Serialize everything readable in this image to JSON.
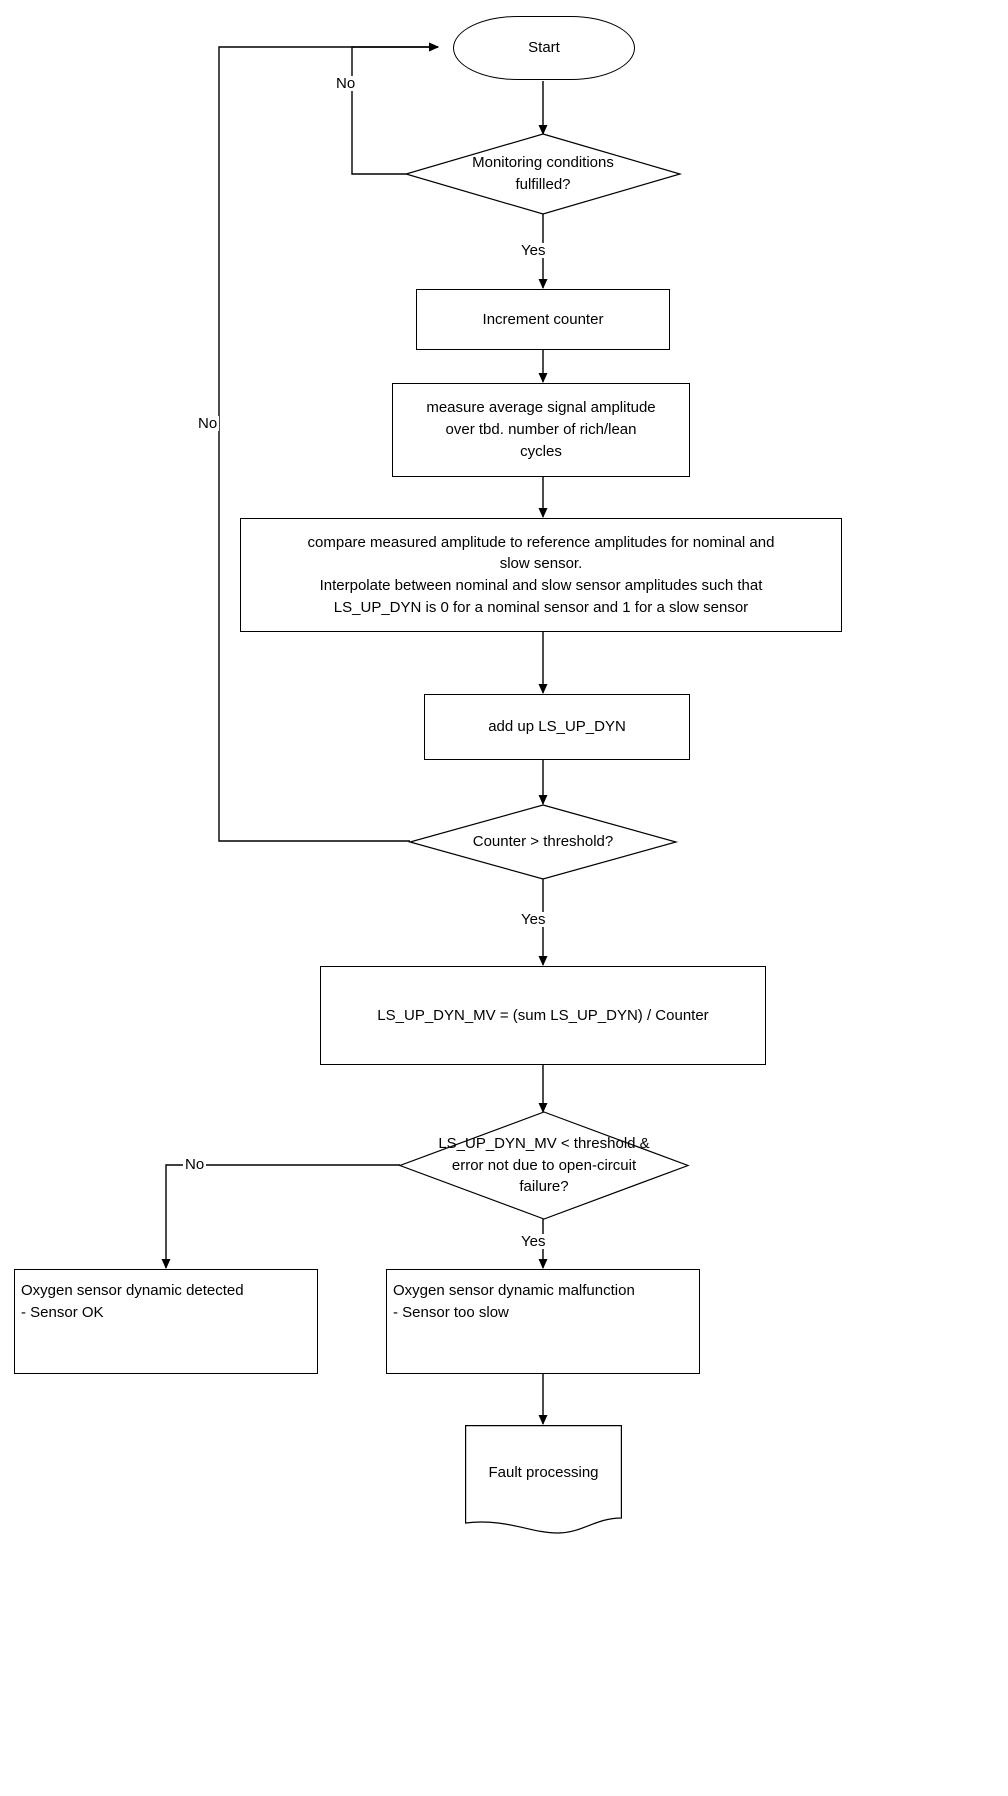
{
  "diagram": {
    "title": "Oxygen sensor dynamic monitoring flowchart",
    "line_color": "#000000",
    "background_color": "#ffffff",
    "nodes": {
      "start": {
        "label": "Start",
        "shape": "terminal"
      },
      "monitoring_conditions": {
        "label": "Monitoring  conditions\nfulfilled?",
        "shape": "decision"
      },
      "increment_counter": {
        "label": "Increment counter",
        "shape": "process"
      },
      "measure_amplitude": {
        "label": "measure average signal amplitude\nover tbd. number of rich/lean\ncycles",
        "shape": "process"
      },
      "compare_amplitude": {
        "label": "compare measured amplitude to reference amplitudes for nominal and\nslow sensor.\nInterpolate between nominal and slow sensor amplitudes such that\nLS_UP_DYN is 0 for a nominal sensor and 1 for a slow sensor",
        "shape": "process"
      },
      "add_up": {
        "label": "add up LS_UP_DYN",
        "shape": "process"
      },
      "counter_threshold": {
        "label": "Counter > threshold?",
        "shape": "decision"
      },
      "mean_value": {
        "label": "LS_UP_DYN_MV = (sum LS_UP_DYN) / Counter",
        "shape": "process"
      },
      "mv_threshold": {
        "label": "LS_UP_DYN_MV < threshold &\nerror not due to open-circuit\nfailure?",
        "shape": "decision"
      },
      "sensor_ok": {
        "label": " Oxygen sensor dynamic detected\n- Sensor OK",
        "shape": "process"
      },
      "sensor_malfunction": {
        "label": " Oxygen sensor dynamic malfunction\n- Sensor too slow",
        "shape": "process"
      },
      "fault_processing": {
        "label": "Fault processing",
        "shape": "document"
      }
    },
    "edge_labels": {
      "monitoring_no": "No",
      "monitoring_yes": "Yes",
      "counter_no": "No",
      "counter_yes": "Yes",
      "mv_no": "No",
      "mv_yes": "Yes"
    }
  },
  "chart_data": {
    "type": "flowchart",
    "title": "Oxygen sensor dynamic monitoring flowchart",
    "nodes": [
      {
        "id": "start",
        "type": "terminal",
        "text": "Start"
      },
      {
        "id": "monitoring_conditions",
        "type": "decision",
        "text": "Monitoring  conditions fulfilled?"
      },
      {
        "id": "increment_counter",
        "type": "process",
        "text": "Increment counter"
      },
      {
        "id": "measure_amplitude",
        "type": "process",
        "text": "measure average signal amplitude over tbd. number of rich/lean cycles"
      },
      {
        "id": "compare_amplitude",
        "type": "process",
        "text": "compare measured amplitude to reference amplitudes for nominal and slow sensor. Interpolate between nominal and slow sensor amplitudes such that LS_UP_DYN is 0 for a nominal sensor and 1 for a slow sensor"
      },
      {
        "id": "add_up",
        "type": "process",
        "text": "add up LS_UP_DYN"
      },
      {
        "id": "counter_threshold",
        "type": "decision",
        "text": "Counter > threshold?"
      },
      {
        "id": "mean_value",
        "type": "process",
        "text": "LS_UP_DYN_MV = (sum LS_UP_DYN) / Counter"
      },
      {
        "id": "mv_threshold",
        "type": "decision",
        "text": "LS_UP_DYN_MV < threshold & error not due to open-circuit failure?"
      },
      {
        "id": "sensor_ok",
        "type": "process",
        "text": " Oxygen sensor dynamic detected - Sensor OK"
      },
      {
        "id": "sensor_malfunction",
        "type": "process",
        "text": " Oxygen sensor dynamic malfunction - Sensor too slow"
      },
      {
        "id": "fault_processing",
        "type": "document",
        "text": "Fault processing"
      }
    ],
    "edges": [
      {
        "from": "start",
        "to": "monitoring_conditions",
        "label": ""
      },
      {
        "from": "monitoring_conditions",
        "to": "start",
        "label": "No"
      },
      {
        "from": "monitoring_conditions",
        "to": "increment_counter",
        "label": "Yes"
      },
      {
        "from": "increment_counter",
        "to": "measure_amplitude",
        "label": ""
      },
      {
        "from": "measure_amplitude",
        "to": "compare_amplitude",
        "label": ""
      },
      {
        "from": "compare_amplitude",
        "to": "add_up",
        "label": ""
      },
      {
        "from": "add_up",
        "to": "counter_threshold",
        "label": ""
      },
      {
        "from": "counter_threshold",
        "to": "start",
        "label": "No"
      },
      {
        "from": "counter_threshold",
        "to": "mean_value",
        "label": "Yes"
      },
      {
        "from": "mean_value",
        "to": "mv_threshold",
        "label": ""
      },
      {
        "from": "mv_threshold",
        "to": "sensor_ok",
        "label": "No"
      },
      {
        "from": "mv_threshold",
        "to": "sensor_malfunction",
        "label": "Yes"
      },
      {
        "from": "sensor_malfunction",
        "to": "fault_processing",
        "label": ""
      }
    ]
  }
}
